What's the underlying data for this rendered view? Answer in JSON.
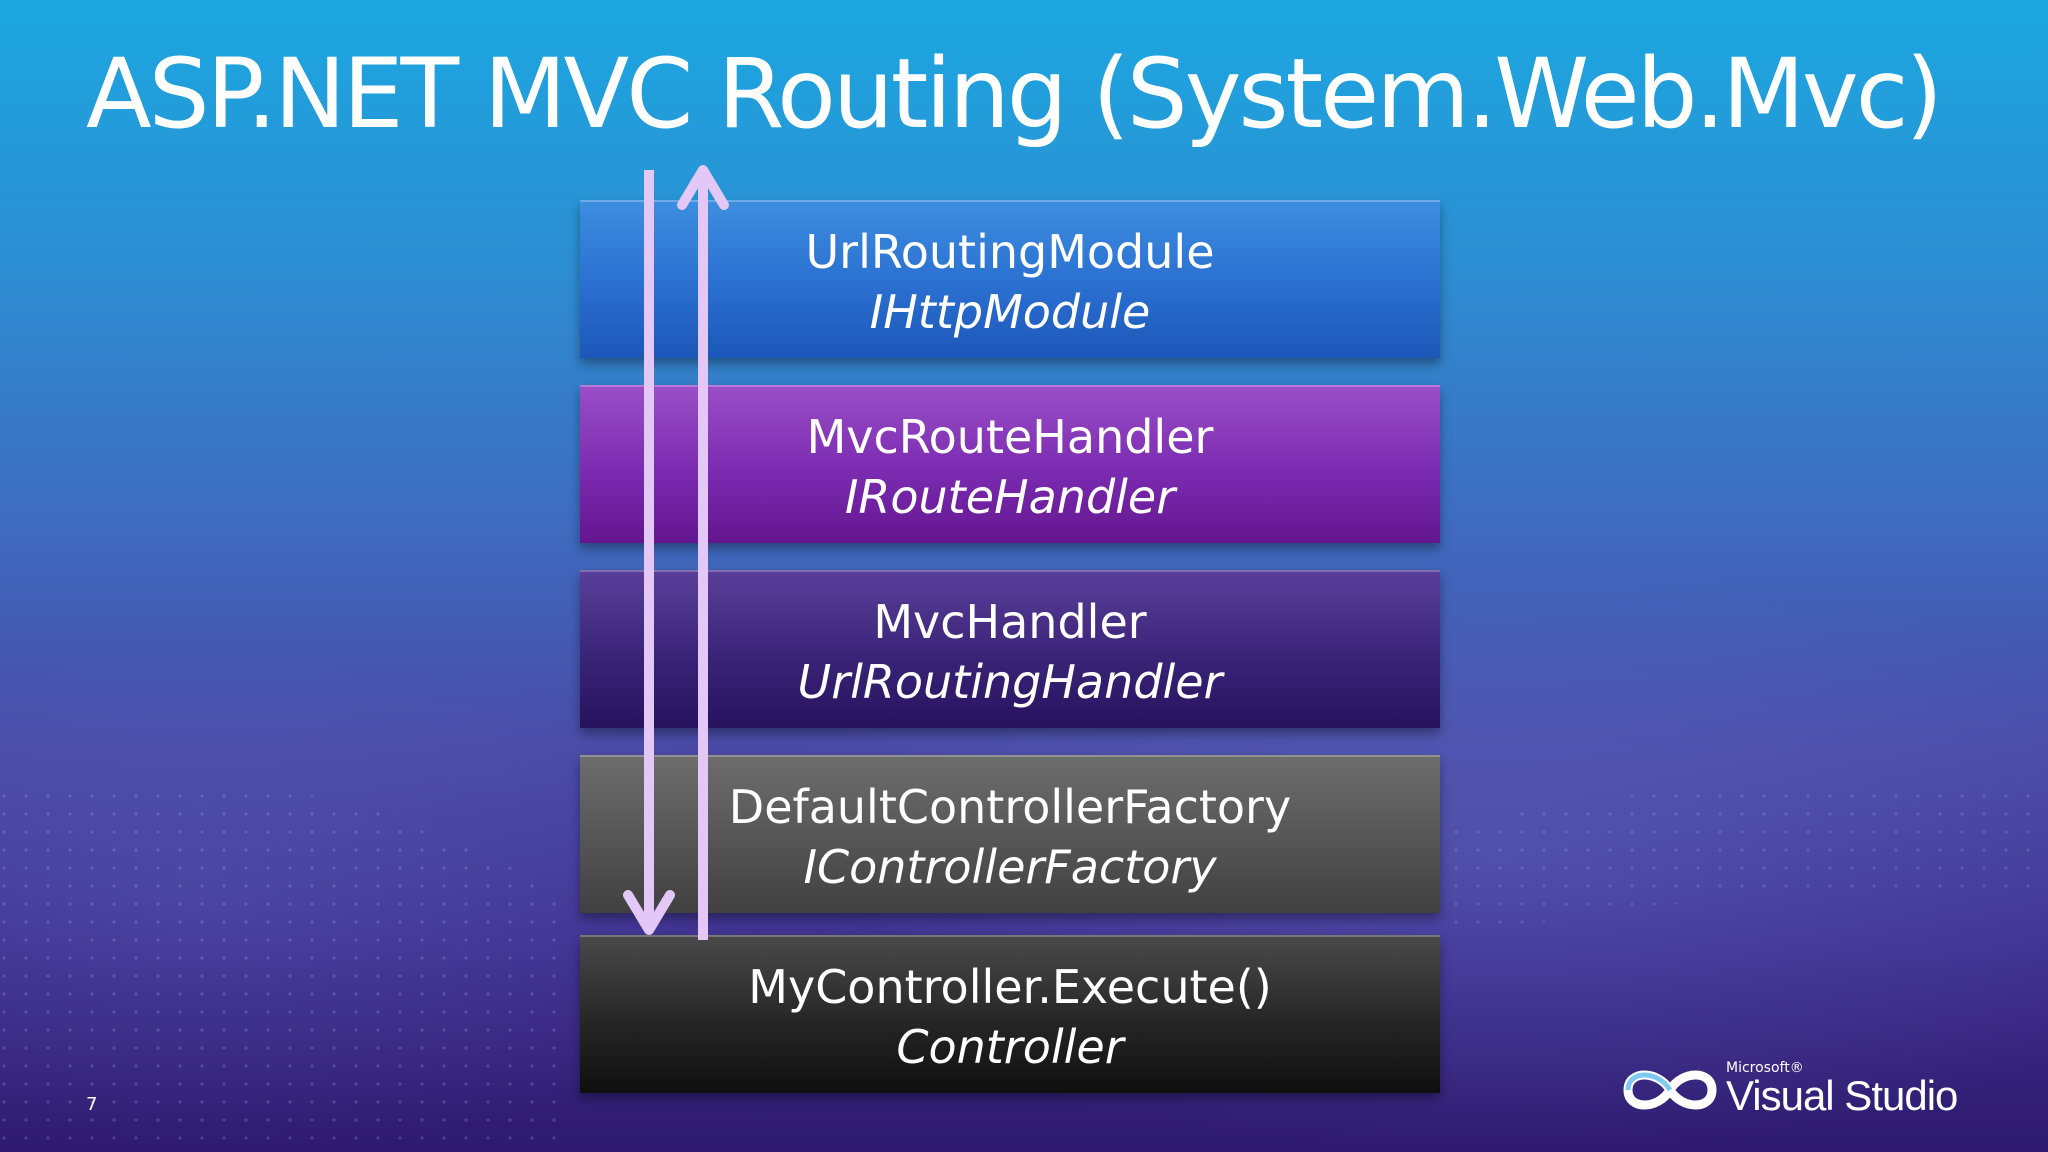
{
  "slide": {
    "title": "ASP.NET MVC Routing (System.Web.Mvc)",
    "page_number": "7"
  },
  "layers": [
    {
      "name": "UrlRoutingModule",
      "interface": "IHttpModule"
    },
    {
      "name": "MvcRouteHandler",
      "interface": "IRouteHandler"
    },
    {
      "name": "MvcHandler",
      "interface": "UrlRoutingHandler"
    },
    {
      "name": "DefaultControllerFactory",
      "interface": "IControllerFactory"
    },
    {
      "name": "MyController.Execute()",
      "interface": "Controller"
    }
  ],
  "arrows": {
    "color": "#e3c8f7",
    "down": "request flow down",
    "up": "response flow up"
  },
  "logo": {
    "company": "Microsoft®",
    "product": "Visual Studio"
  }
}
